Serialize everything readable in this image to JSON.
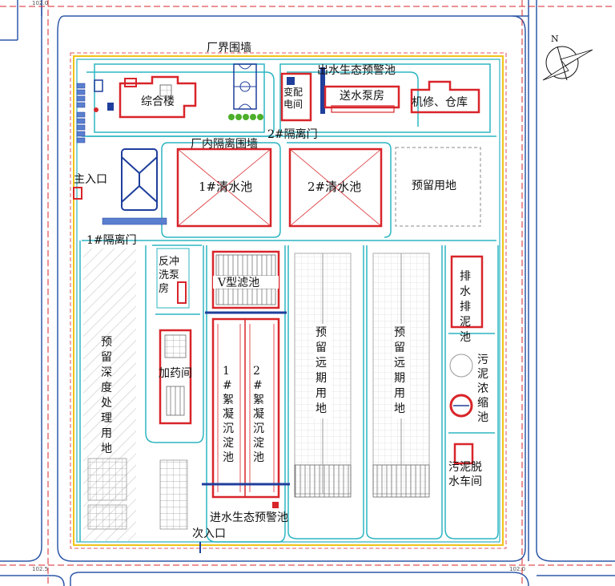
{
  "labels": {
    "boundary_wall": "厂界围墙",
    "outlet_pool": "出水生态预警池",
    "substation": "变配电间",
    "pump_house": "送水泵房",
    "repair_warehouse": "机修、仓库",
    "office": "综合楼",
    "gate2": "2#隔离门",
    "inner_wall": "厂内隔离围墙",
    "main_entrance": "主入口",
    "clear1": "1#清水池",
    "clear2": "2#清水池",
    "reserved": "预留用地",
    "gate1": "1#隔离门",
    "backwash": "反冲洗泵房",
    "vfilter": "V型滤池",
    "drain": "排水排泥池",
    "advanced": "预留深度处理用地",
    "dosing": "加药间",
    "sed1": "1#絮凝沉淀池",
    "sed2": "2#絮凝沉淀池",
    "future1": "预留远期用地",
    "future2": "预留远期用地",
    "thickener": "污泥浓缩池",
    "dewater": "污泥脱水车间",
    "inlet_pool": "进水生态预警池",
    "secondary_entrance": "次入口",
    "north": "N"
  },
  "coords": {
    "top": "102.0",
    "bottom_left": "102.5",
    "bottom_right": "102.0"
  },
  "colors": {
    "road": "#2f58a8",
    "boundary": "#f0c419",
    "inner_wall": "#2db5c2",
    "building": "#d8252a",
    "axis": "#d8252a",
    "tank": "#1f3f9c",
    "grid": "#9a9a9a",
    "hatch": "#c4c4c4",
    "green": "#4caf2a"
  }
}
